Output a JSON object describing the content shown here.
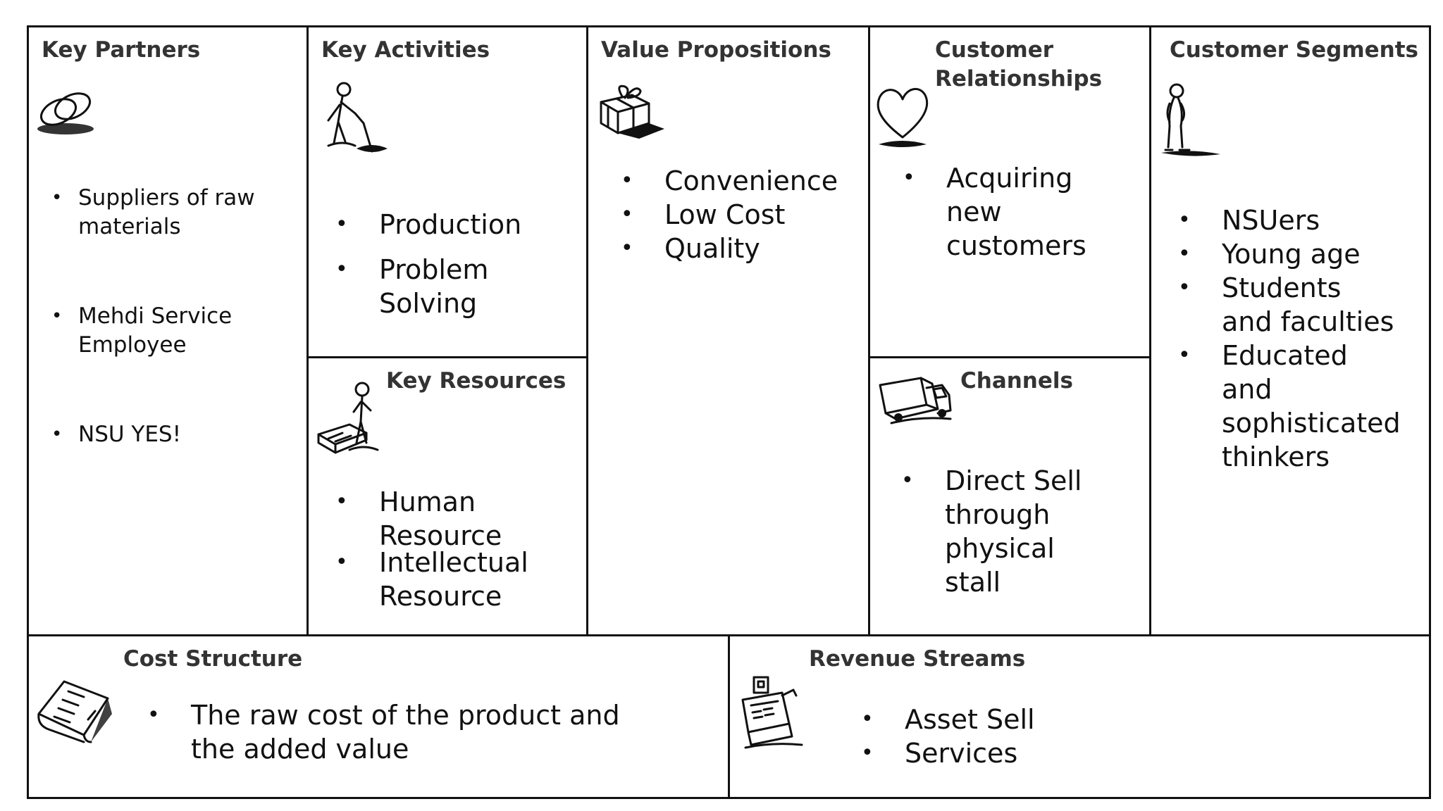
{
  "canvas": {
    "key_partners": {
      "title": "Key Partners",
      "icon": "linked-rings-icon",
      "items": [
        "Suppliers of raw materials",
        "Mehdi Service Employee",
        "NSU YES!"
      ]
    },
    "key_activities": {
      "title": "Key Activities",
      "icon": "worker-shoveling-icon",
      "items": [
        "Production",
        "Problem Solving"
      ]
    },
    "key_resources": {
      "title": "Key Resources",
      "icon": "worker-with-materials-icon",
      "items": [
        "Human Resource",
        "Intellectual Resource"
      ]
    },
    "value_propositions": {
      "title": "Value Propositions",
      "icon": "gift-box-icon",
      "items": [
        "Convenience",
        "Low Cost",
        "Quality"
      ]
    },
    "customer_relationships": {
      "title": "Customer\nRelationships",
      "icon": "heart-icon",
      "items": [
        "Acquiring new customers"
      ]
    },
    "channels": {
      "title": "Channels",
      "icon": "delivery-truck-icon",
      "items": [
        "Direct Sell through physical stall"
      ]
    },
    "customer_segments": {
      "title": "Customer Segments",
      "icon": "person-icon",
      "items": [
        "NSUers",
        "Young age",
        "Students and faculties",
        "Educated and sophisticated thinkers"
      ]
    },
    "cost_structure": {
      "title": "Cost Structure",
      "icon": "invoice-paper-icon",
      "items": [
        "The raw cost of the product and the added value"
      ]
    },
    "revenue_streams": {
      "title": "Revenue Streams",
      "icon": "cash-register-icon",
      "items": [
        "Asset Sell",
        "Services"
      ]
    }
  }
}
